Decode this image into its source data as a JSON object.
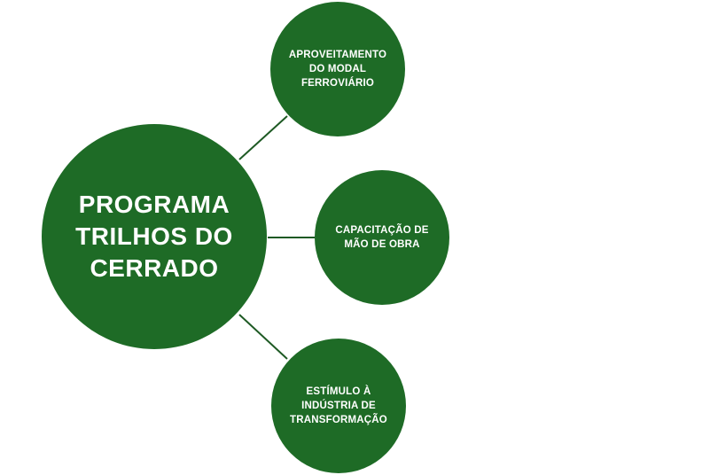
{
  "colors": {
    "node_fill": "#1e6b26",
    "connector": "#1e5a24",
    "text": "#ffffff",
    "background": "#ffffff"
  },
  "diagram": {
    "central": {
      "label": "PROGRAMA\nTRILHOS DO\nCERRADO"
    },
    "branches": [
      {
        "label": "APROVEITAMENTO\nDO MODAL\nFERROVIÁRIO"
      },
      {
        "label": "CAPACITAÇÃO DE\nMÃO DE OBRA"
      },
      {
        "label": "ESTÍMULO À\nINDÚSTRIA DE\nTRANSFORMAÇÃO"
      }
    ]
  }
}
